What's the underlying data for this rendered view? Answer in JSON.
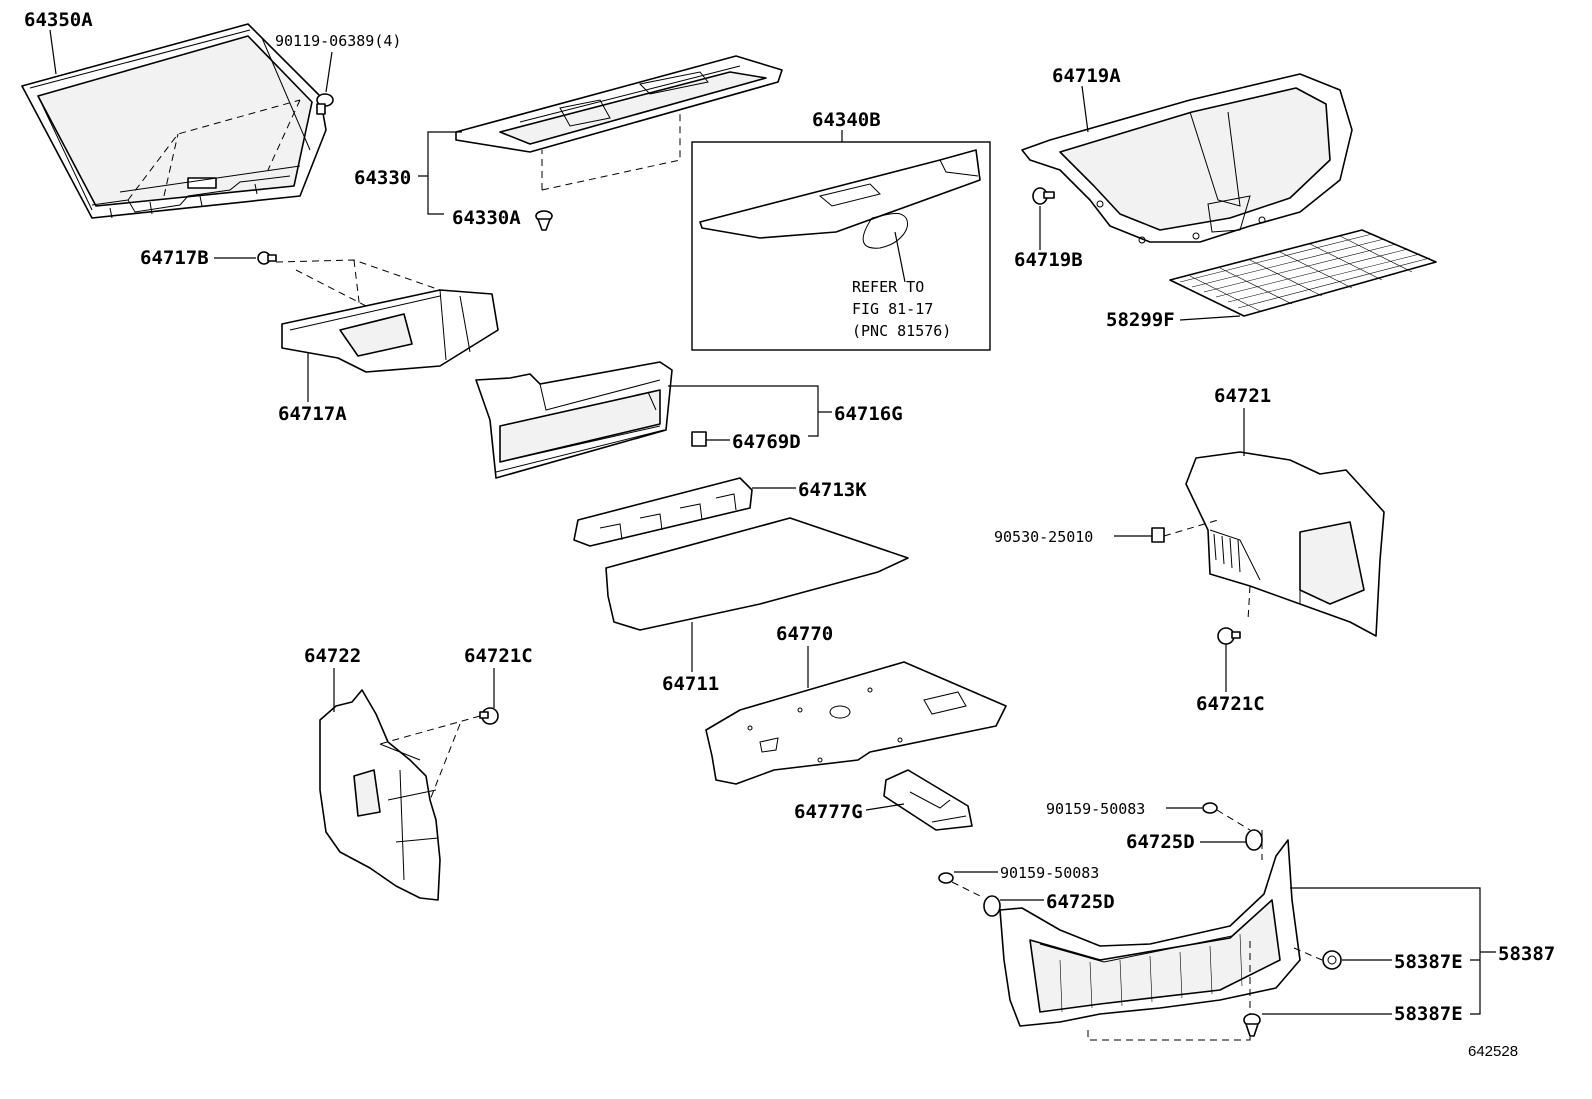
{
  "diagram_id": "642528",
  "labels": {
    "p64350A": "64350A",
    "p90119": "90119-06389(4)",
    "p64330": "64330",
    "p64330A": "64330A",
    "p64340B": "64340B",
    "p64719A": "64719A",
    "p64719B": "64719B",
    "p58299F": "58299F",
    "p64717B": "64717B",
    "p64717A": "64717A",
    "p64716G": "64716G",
    "p64769D": "64769D",
    "p64713K": "64713K",
    "p64721": "64721",
    "p90530": "90530-25010",
    "p64721C_r": "64721C",
    "p64711": "64711",
    "p64770": "64770",
    "p64722": "64722",
    "p64721C_l": "64721C",
    "p64777G": "64777G",
    "p90159_a": "90159-50083",
    "p64725D_a": "64725D",
    "p90159_b": "90159-50083",
    "p64725D_b": "64725D",
    "p58387": "58387",
    "p58387E_a": "58387E",
    "p58387E_b": "58387E"
  },
  "refer_note": [
    "REFER TO",
    "FIG 81-17",
    "(PNC 81576)"
  ]
}
